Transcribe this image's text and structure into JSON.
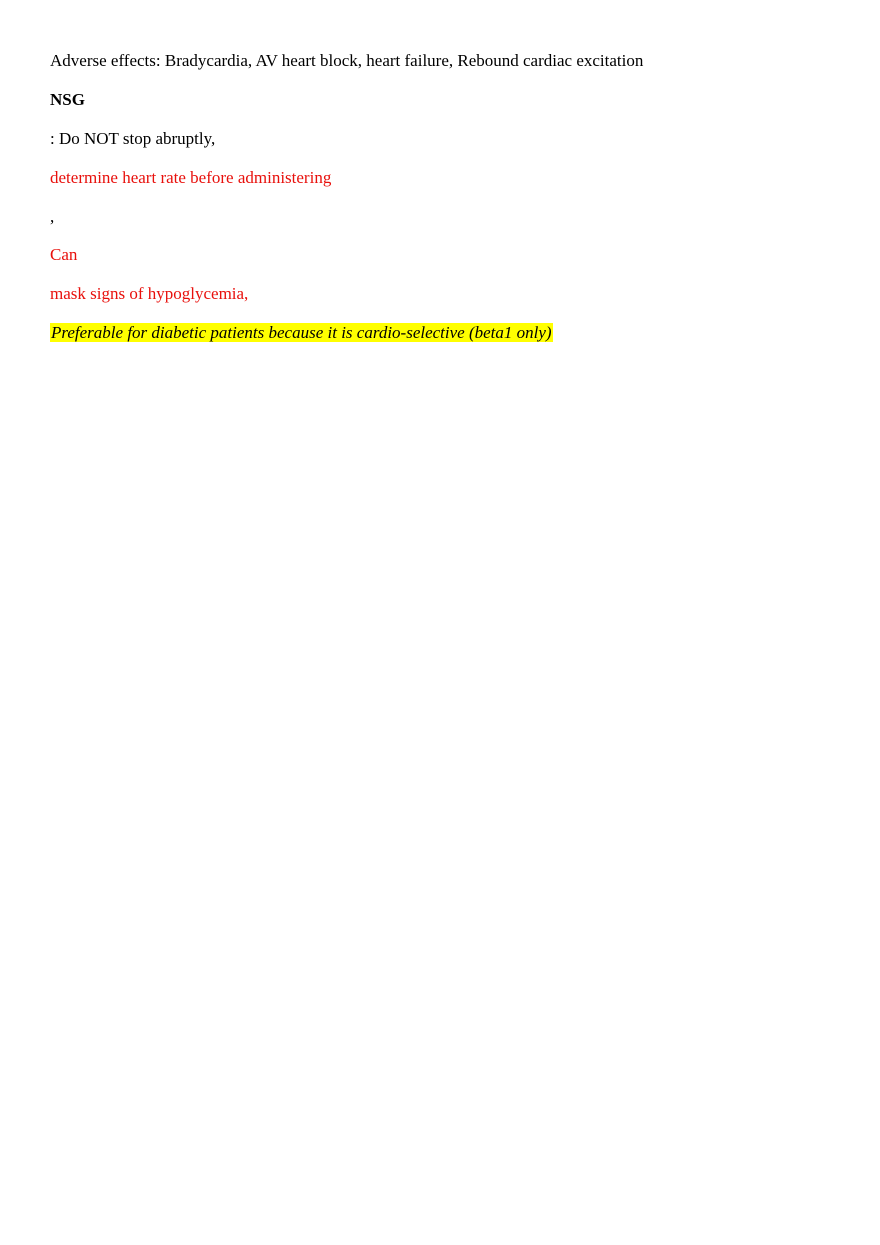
{
  "document": {
    "adverse_effects": "Adverse effects: Bradycardia, AV heart block, heart failure, Rebound cardiac excitation",
    "nsg_heading": "NSG",
    "nsg_point_1": ": Do NOT stop abruptly,",
    "nsg_point_2": "determine heart rate before administering",
    "separator_comma": ",",
    "nsg_point_3a": "Can",
    "nsg_point_3b": "mask signs of hypoglycemia,",
    "highlight_note": "Preferable for diabetic patients because it is cardio-selective (beta1 only)"
  },
  "colors": {
    "warning_text": "#e8100c",
    "highlight": "#ffff00",
    "body_text": "#000000"
  }
}
